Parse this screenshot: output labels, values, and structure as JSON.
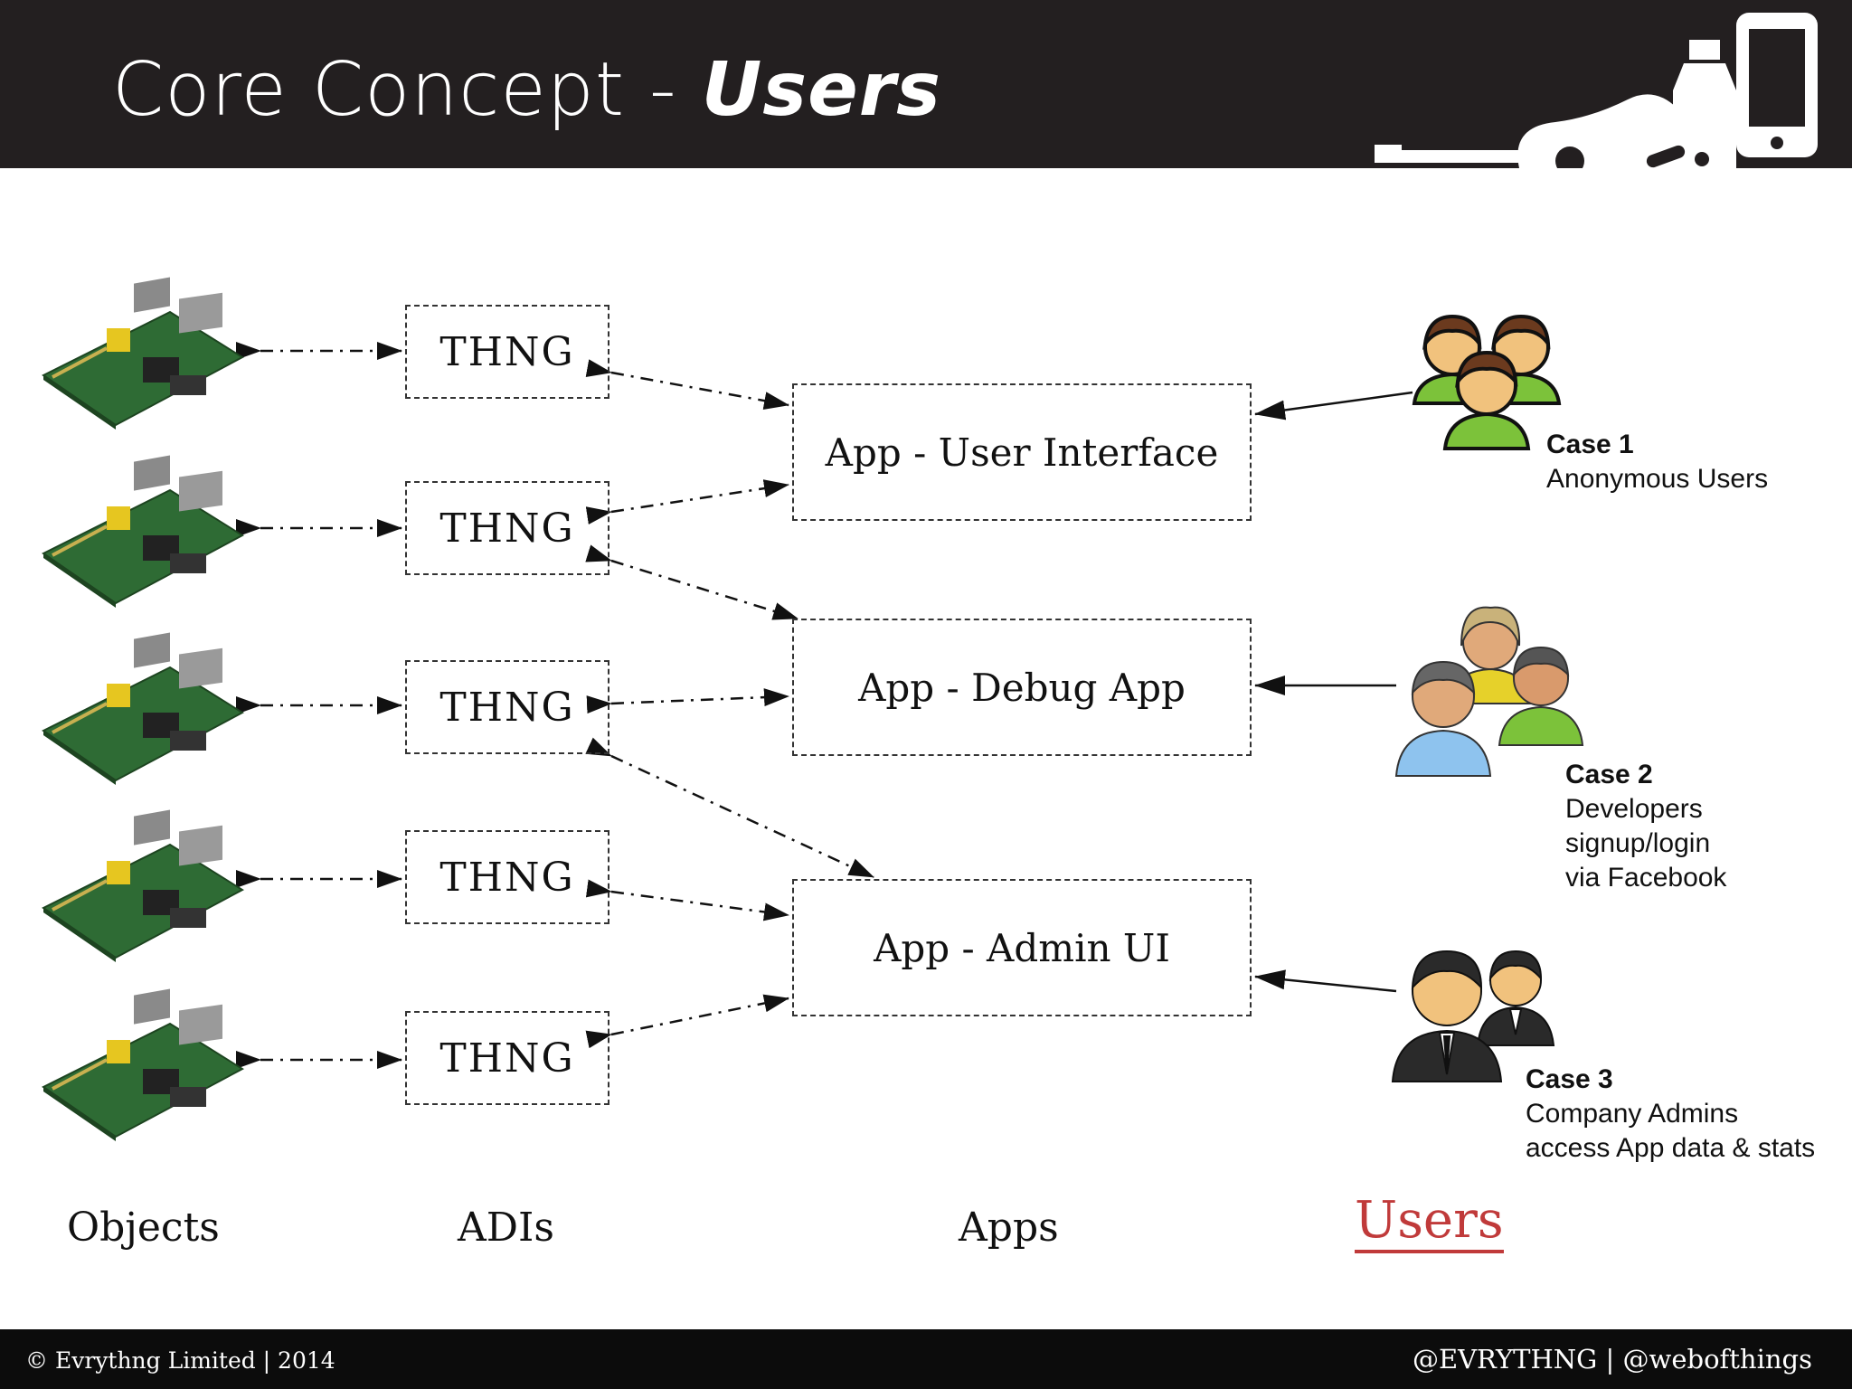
{
  "header": {
    "title_main": "Core Concept - ",
    "title_em": "Users"
  },
  "thngs": [
    {
      "label": "THNG"
    },
    {
      "label": "THNG"
    },
    {
      "label": "THNG"
    },
    {
      "label": "THNG"
    },
    {
      "label": "THNG"
    }
  ],
  "apps": [
    {
      "label": "App - User Interface"
    },
    {
      "label": "App - Debug App"
    },
    {
      "label": "App - Admin UI"
    }
  ],
  "cases": [
    {
      "title": "Case 1",
      "lines": [
        "Anonymous Users"
      ]
    },
    {
      "title": "Case 2",
      "lines": [
        "Developers",
        "signup/login",
        "via Facebook"
      ]
    },
    {
      "title": "Case 3",
      "lines": [
        "Company Admins",
        "access App data & stats"
      ]
    }
  ],
  "columns": {
    "objects": "Objects",
    "adis": "ADIs",
    "apps": "Apps",
    "users": "Users"
  },
  "footer": {
    "left": "© Evrythng Limited | 2014",
    "right": "@EVRYTHNG | @webofthings"
  },
  "colors": {
    "header_bg": "#231f20",
    "users_accent": "#c03a3a",
    "footer_bg": "#0c0c0c"
  }
}
